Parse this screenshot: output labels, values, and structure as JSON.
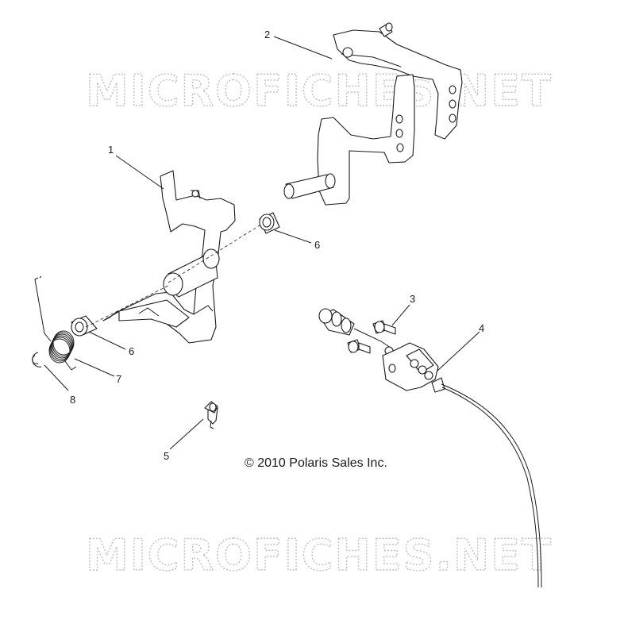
{
  "watermarks": {
    "top": "MICROFICHES.NET",
    "bottom": "MICROFICHES.NET"
  },
  "callouts": {
    "c1": "1",
    "c2": "2",
    "c3": "3",
    "c4": "4",
    "c5": "5",
    "c6a": "6",
    "c6b": "6",
    "c7": "7",
    "c8": "8"
  },
  "copyright": "© 2010 Polaris Sales Inc.",
  "colors": {
    "line": "#1a1a1a",
    "watermark": "#bfbfbf",
    "background": "#ffffff"
  }
}
